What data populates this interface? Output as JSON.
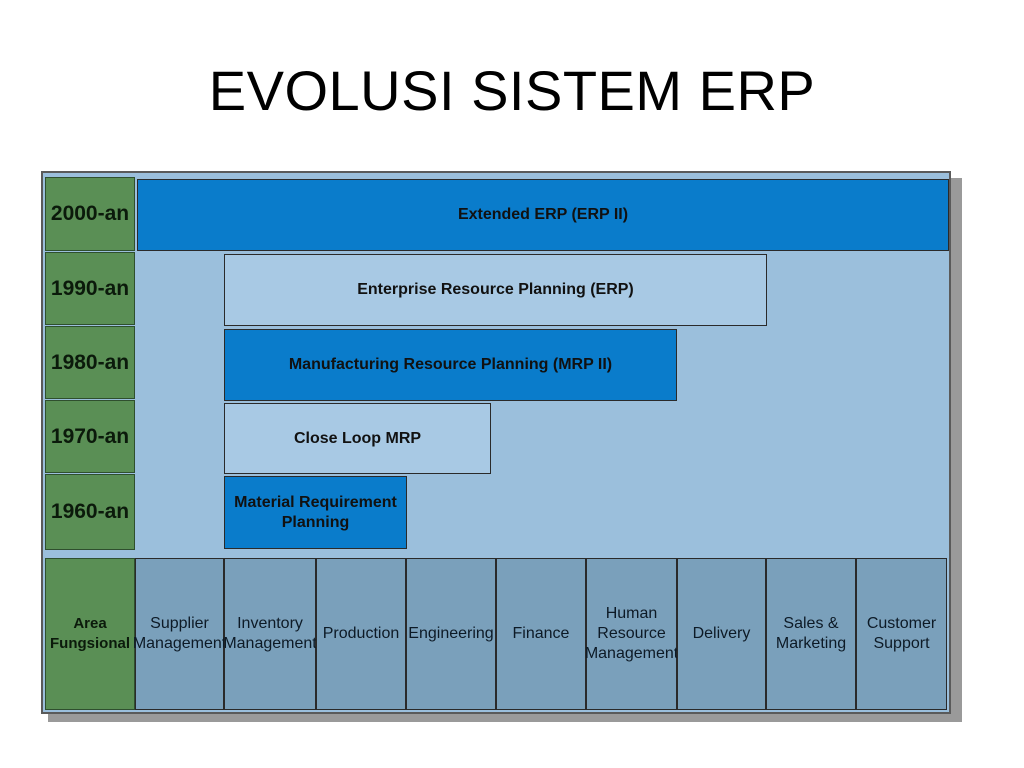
{
  "title": "EVOLUSI SISTEM ERP",
  "decades": [
    "2000-an",
    "1990-an",
    "1980-an",
    "1970-an",
    "1960-an"
  ],
  "systems": [
    {
      "label": "Extended ERP (ERP II)",
      "style": "dark"
    },
    {
      "label": "Enterprise Resource Planning (ERP)",
      "style": "light"
    },
    {
      "label": "Manufacturing Resource Planning (MRP II)",
      "style": "dark"
    },
    {
      "label": "Close Loop MRP",
      "style": "light"
    },
    {
      "label": "Material Requirement\nPlanning",
      "style": "dark"
    }
  ],
  "area_label": "Area\nFungsional",
  "areas": [
    "Supplier\nManagement",
    "Inventory\nManagement",
    "Production",
    "Engineering",
    "Finance",
    "Human\nResource\nManagement",
    "Delivery",
    "Sales &\nMarketing",
    "Customer\nSupport"
  ],
  "colors": {
    "decade_green": "#5a8f55",
    "bar_dark_blue": "#0a7ccb",
    "bar_light_blue": "#a8c9e4",
    "panel_blue": "#9bbfdc",
    "area_cell": "#7aa0bb"
  }
}
